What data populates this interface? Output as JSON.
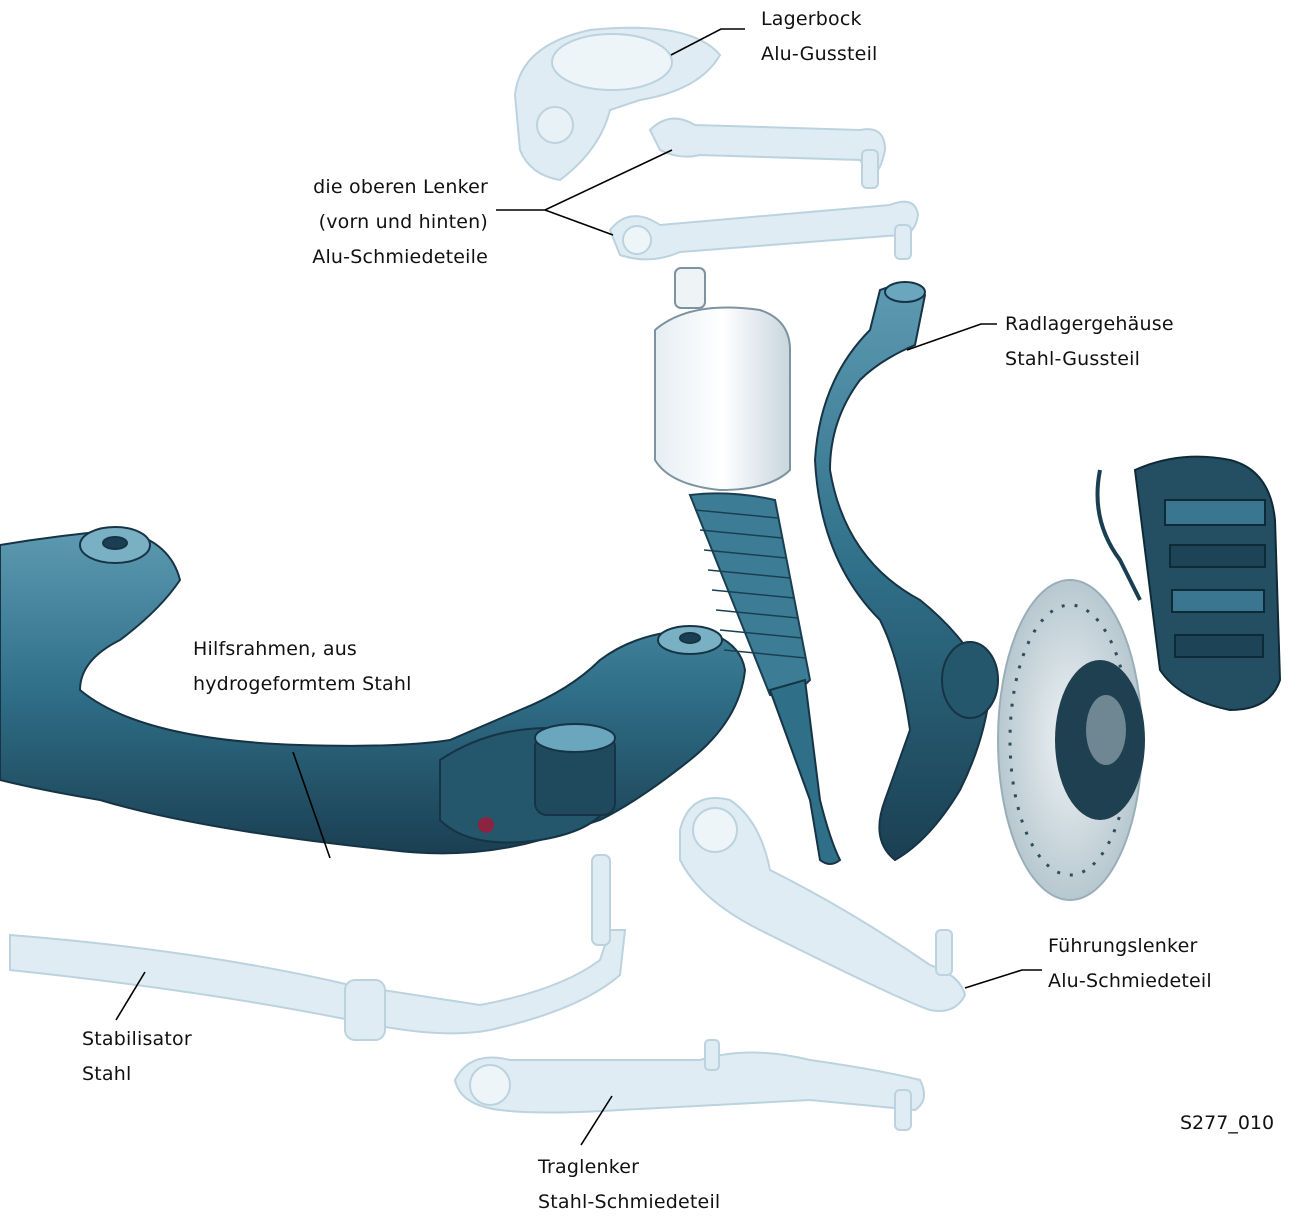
{
  "figure_code": "S277_010",
  "labels": {
    "lagerbock": {
      "line1": "Lagerbock",
      "line2": "Alu-Gussteil"
    },
    "obere_lenker": {
      "line1": "die oberen Lenker",
      "line2": "(vorn und hinten)",
      "line3": "Alu-Schmiedeteile"
    },
    "radlagergehaeuse": {
      "line1": "Radlagergehäuse",
      "line2": "Stahl-Gussteil"
    },
    "hilfsrahmen": {
      "line1": "Hilfsrahmen, aus",
      "line2": "hydrogeformtem Stahl"
    },
    "fuehrungslenker": {
      "line1": "Führungslenker",
      "line2": "Alu-Schmiedeteil"
    },
    "stabilisator": {
      "line1": "Stabilisator",
      "line2": "Stahl"
    },
    "traglenker": {
      "line1": "Traglenker",
      "line2": "Stahl-Schmiedeteil"
    }
  },
  "colors": {
    "steel_part": "#2f6f88",
    "steel_dark": "#1b3f52",
    "steel_light": "#5d9ab2",
    "ghost_part": "#d9e9f1",
    "ghost_edge": "#b9d2df",
    "disc": "#c9d6dd",
    "leader_line": "#000000"
  }
}
